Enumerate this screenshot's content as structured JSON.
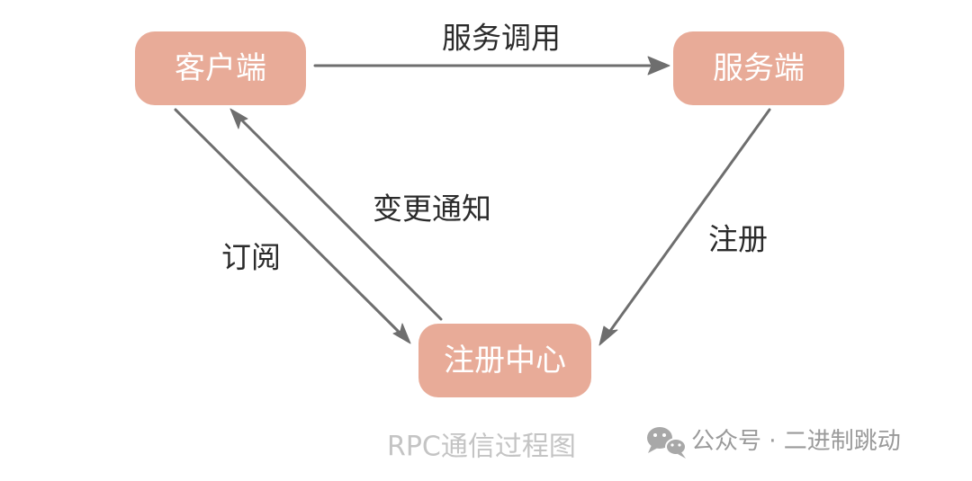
{
  "diagram": {
    "nodes": {
      "client": {
        "label": "客户端"
      },
      "server": {
        "label": "服务端"
      },
      "registry": {
        "label": "注册中心"
      }
    },
    "edges": {
      "call": {
        "label": "服务调用"
      },
      "subscribe": {
        "label": "订阅"
      },
      "notify": {
        "label": "变更通知"
      },
      "register": {
        "label": "注册"
      }
    },
    "colors": {
      "node_fill": "#e8ab98",
      "node_text": "#ffffff",
      "edge": "#6e6e6e"
    }
  },
  "caption": {
    "title": "RPC通信过程图"
  },
  "watermark": {
    "icon": "wechat-icon",
    "text": "公众号 · 二进制跳动"
  }
}
